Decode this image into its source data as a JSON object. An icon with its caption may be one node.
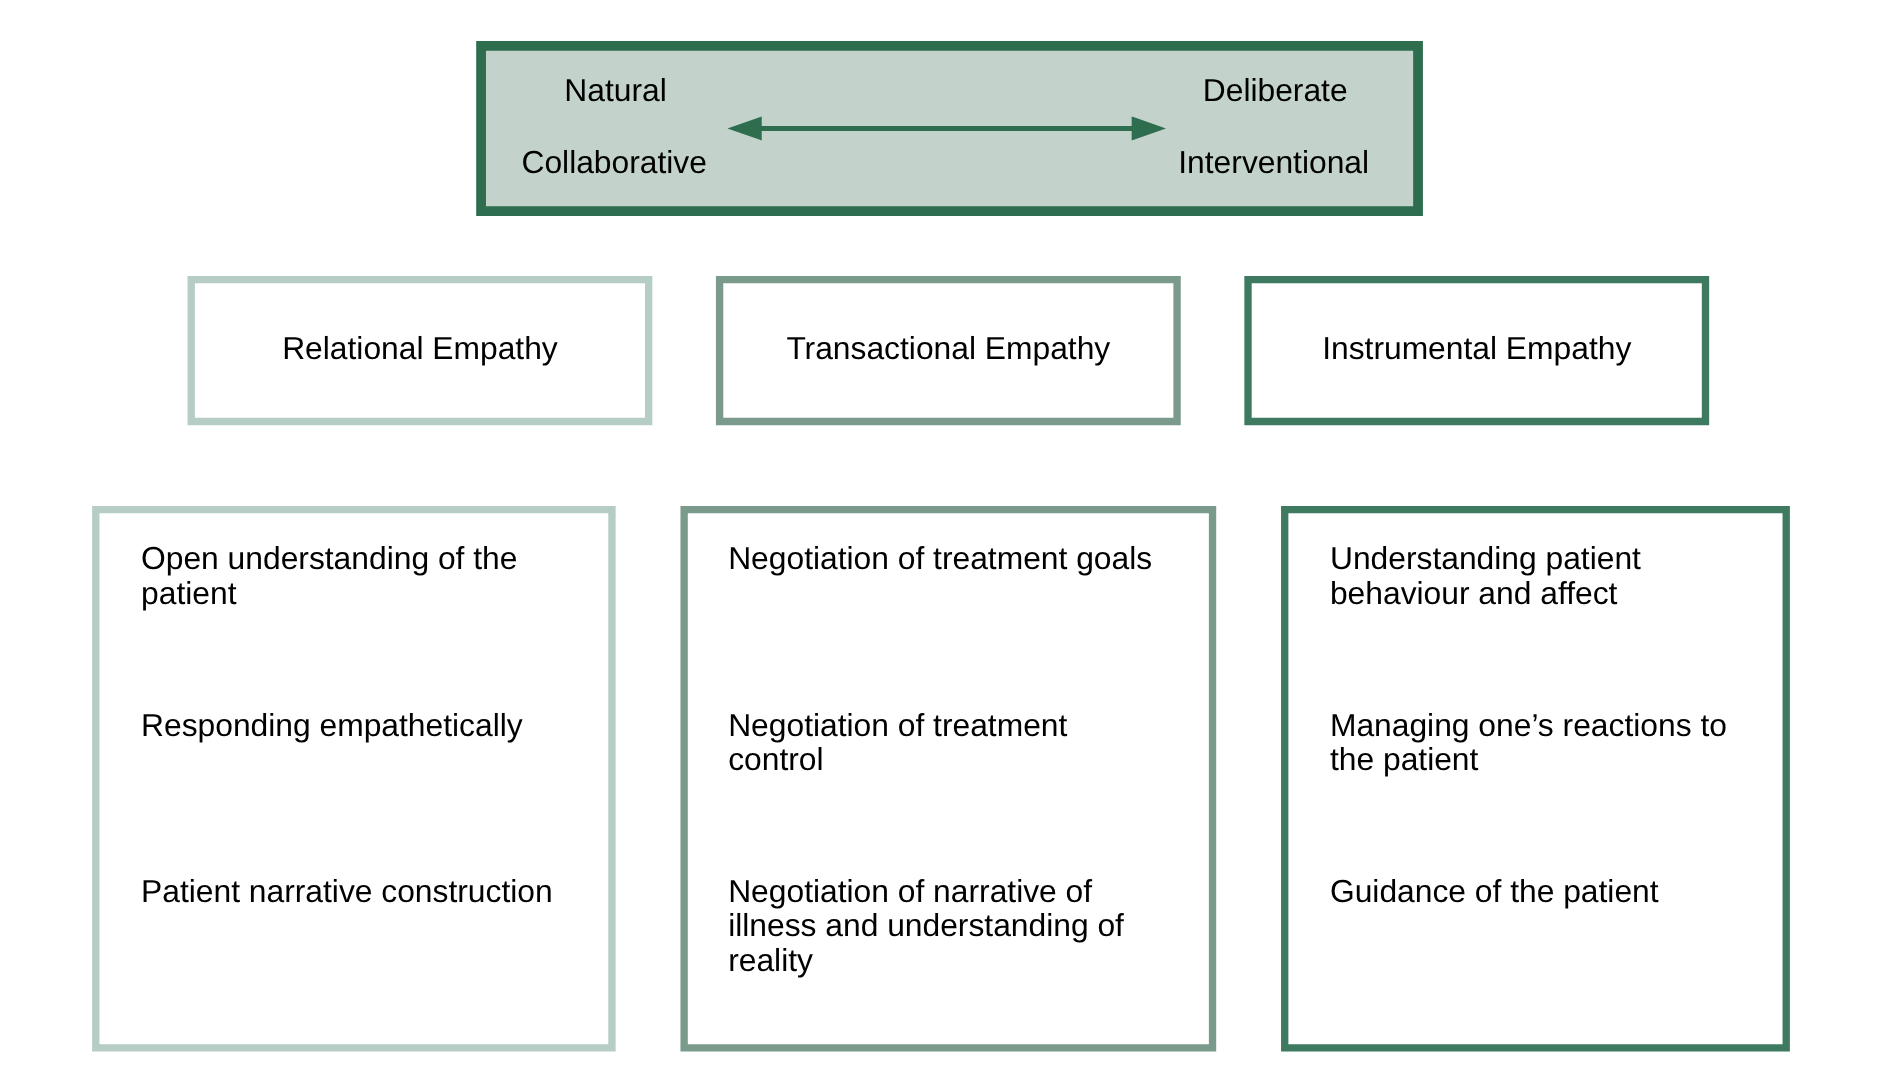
{
  "diagram": {
    "nodes": [
      {
        "text": [],
        "shape": "box"
      },
      {
        "text": [
          "Natural",
          "Collaborative"
        ],
        "in": 0
      },
      {
        "text": [
          "Deliberate",
          "Interventional"
        ],
        "in": 0
      },
      {
        "text": [
          "Relational Empathy"
        ]
      },
      {
        "text": [
          "Transactional Empathy"
        ]
      },
      {
        "text": [
          "Instrumental Empathy"
        ]
      },
      {
        "text": [
          "Open understanding of the patient",
          "Responding empathetically",
          "Patient narrative construction"
        ]
      },
      {
        "text": [
          "Negotiation of treatment goals",
          "Negotiation of treatment control",
          "Negotiation of narrative of illness and understanding of reality"
        ]
      },
      {
        "text": [
          "Understanding patient behaviour and affect",
          "Managing one’s reactions to the patient",
          "Guidance of the patient"
        ]
      }
    ],
    "edges": [
      {
        "from": 1,
        "to": 2,
        "arrow": "both"
      }
    ]
  }
}
